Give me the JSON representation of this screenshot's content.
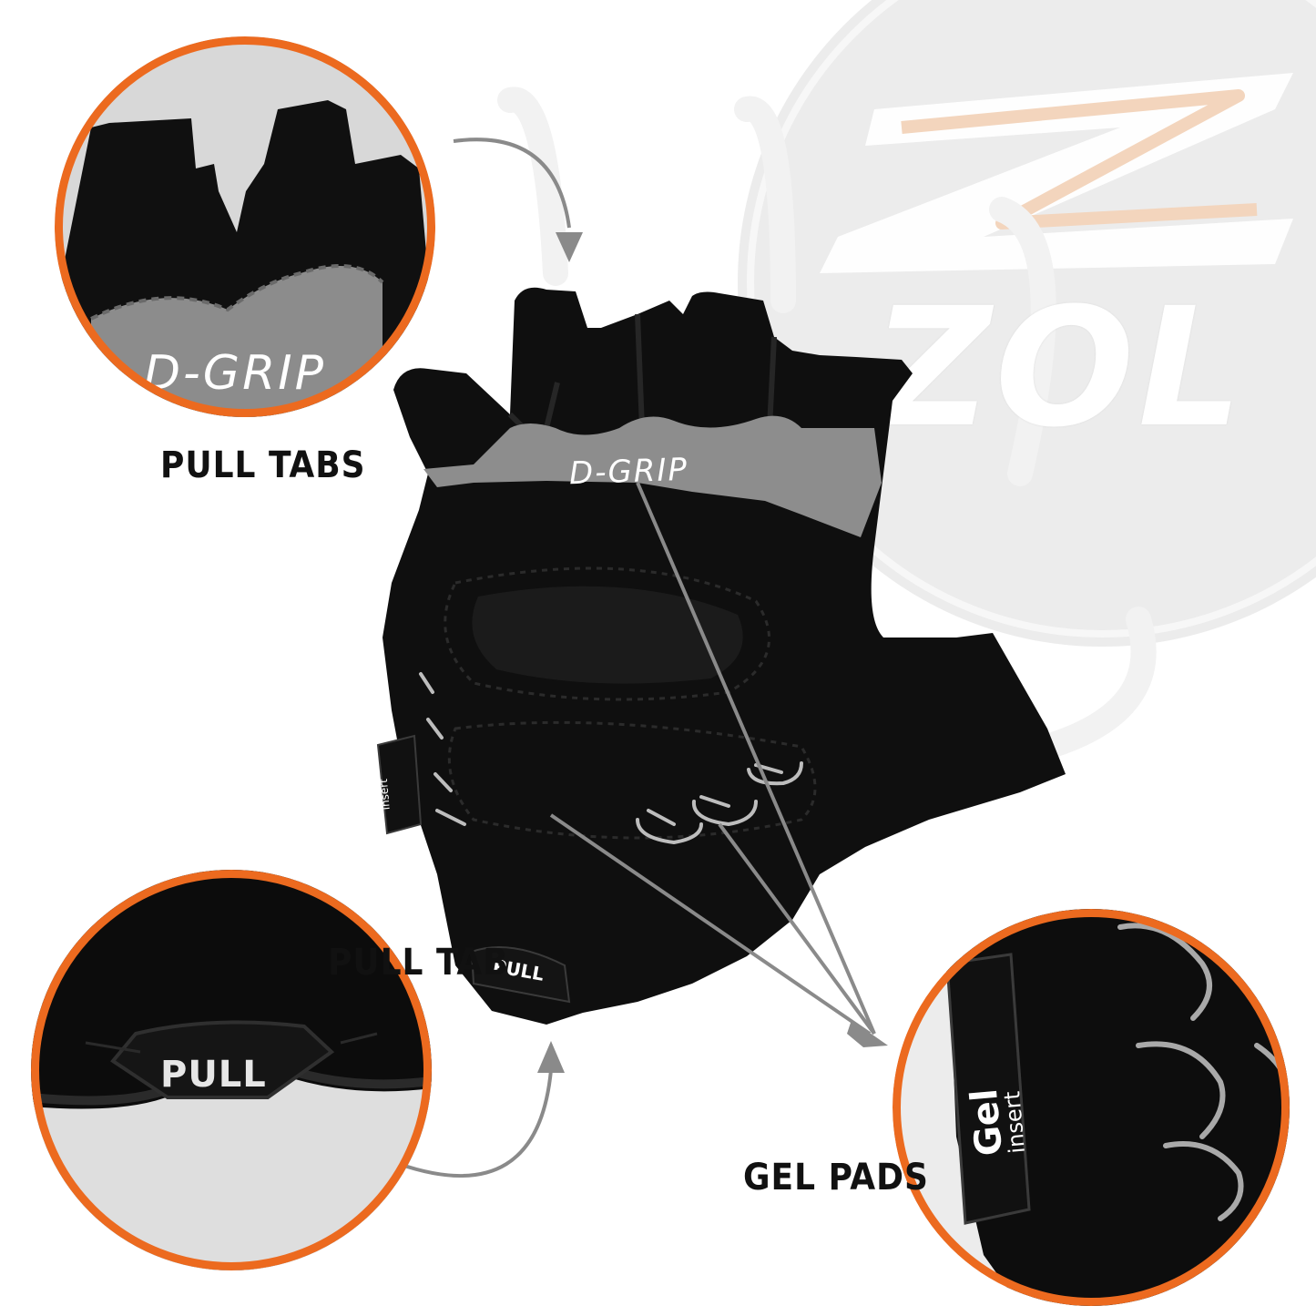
{
  "brand": {
    "logo_text": "ZOL",
    "logo_colors": {
      "circle": "#e5e5e5",
      "z_accent": "#f5d9c3"
    }
  },
  "glove": {
    "palm_logo_text": "D-GRIP",
    "pull_tab_text": "PULL",
    "gel_label_line1": "Gel",
    "gel_label_line2": "insert"
  },
  "callouts": {
    "pull_tabs": "PULL TABS",
    "pull_tab": "PULL TAB",
    "gel_pads": "GEL PADS"
  },
  "insets": {
    "pull_tabs_closeup_text": "D-GRIP",
    "pull_tab_closeup_text": "PULL",
    "gel_closeup_line1": "Gel",
    "gel_closeup_line2": "insert"
  },
  "colors": {
    "accent_ring": "#ec6a1f",
    "glove_black": "#0f0f0f",
    "palm_grey": "#8d8d8d",
    "arrow_grey": "#8a8a8a"
  }
}
